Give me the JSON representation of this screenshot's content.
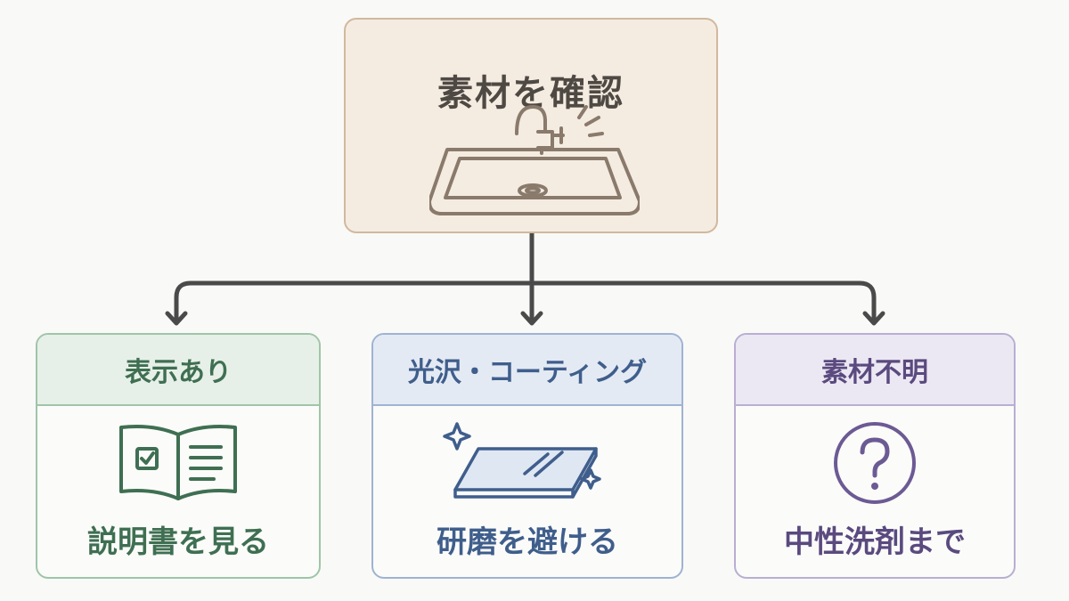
{
  "root": {
    "title": "素材を確認",
    "illustration": "kitchen-sink-icon"
  },
  "branches": [
    {
      "header": "表示あり",
      "label": "説明書を見る",
      "icon": "manual-book-icon",
      "color": "#3f6f52"
    },
    {
      "header": "光沢・コーティング",
      "label": "研磨を避ける",
      "icon": "glossy-surface-icon",
      "color": "#3f5e8c"
    },
    {
      "header": "素材不明",
      "label": "中性洗剤まで",
      "icon": "question-mark-icon",
      "color": "#5a4a7f"
    }
  ],
  "colors": {
    "root_fill": "#f4ece1",
    "root_border": "#d2b89e",
    "connector": "#4a4a4a"
  }
}
